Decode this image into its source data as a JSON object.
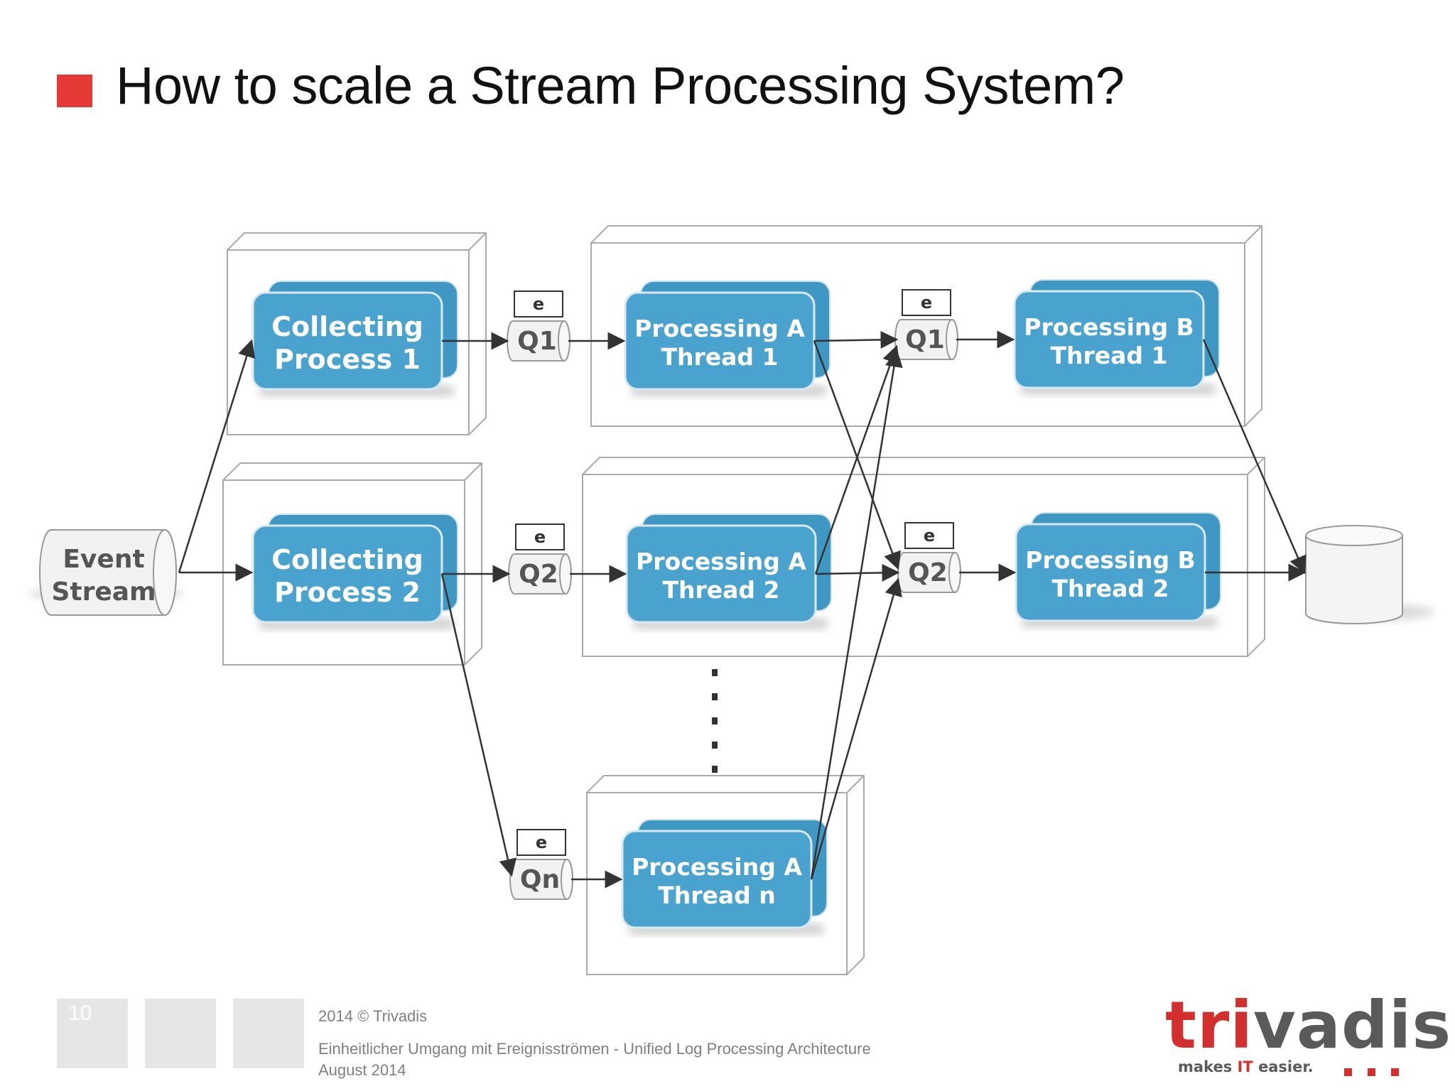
{
  "title": "How to scale a Stream Processing System?",
  "colors": {
    "accent": "#e53935",
    "node_fill": "#4aa3cf",
    "node_text": "#ffffff",
    "arrow": "#333333"
  },
  "nodes": {
    "event_stream": "Event Stream",
    "collect1": "Collecting Process 1",
    "collect2": "Collecting Process 2",
    "procA1": "Processing A Thread 1",
    "procA2": "Processing A Thread 2",
    "procAn": "Processing A Thread n",
    "procB1": "Processing B Thread 1",
    "procB2": "Processing B Thread 2"
  },
  "queues": {
    "q1": "Q1",
    "q2": "Q2",
    "qn": "Qn",
    "q1b": "Q1",
    "q2b": "Q2",
    "event_label": "e"
  },
  "footer": {
    "page_number": "10",
    "copyright": "2014 © Trivadis",
    "subtitle": "Einheitlicher Umgang mit Ereignisströmen - Unified Log Processing Architecture",
    "date": "August 2014"
  },
  "logo": {
    "brand_pre": "tri",
    "brand_post": "vadis",
    "tagline_pre": "makes ",
    "tagline_accent": "IT",
    "tagline_post": " easier."
  }
}
